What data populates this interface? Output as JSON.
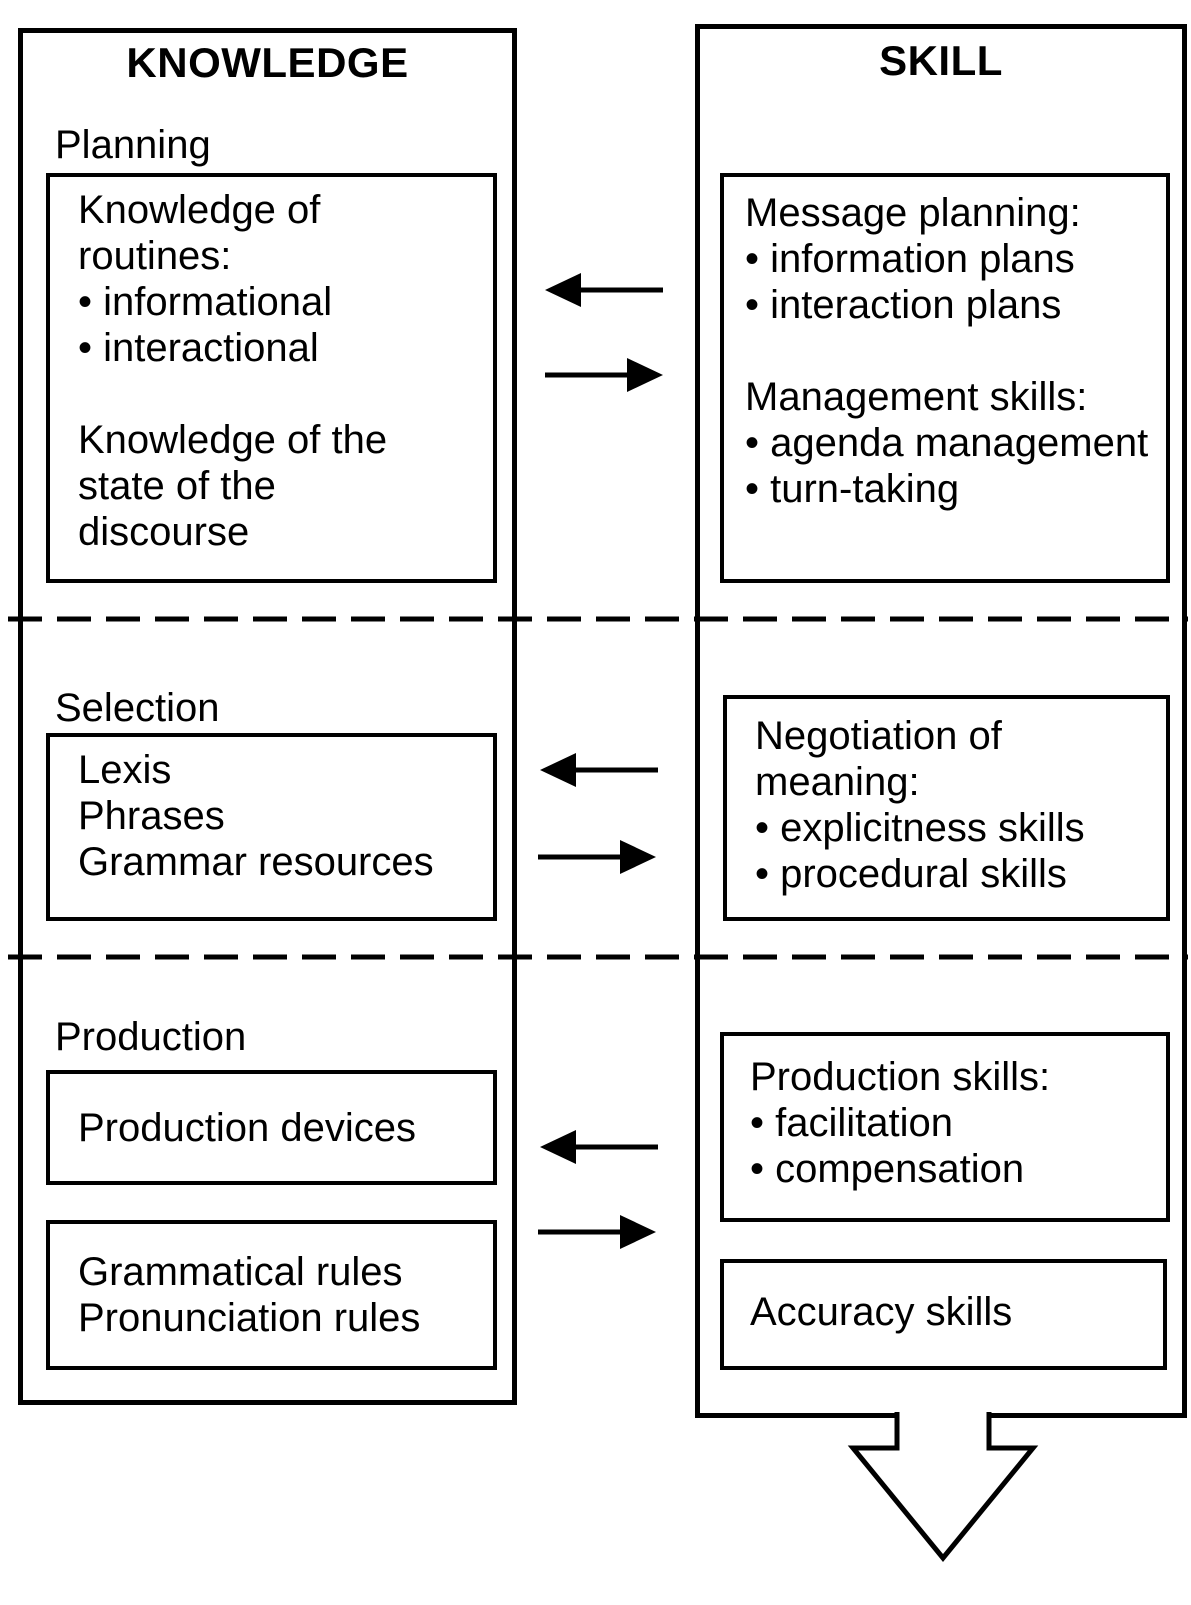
{
  "knowledge": {
    "title": "KNOWLEDGE",
    "sections": [
      {
        "label": "Planning",
        "box_lines": [
          [
            "Knowledge of",
            "routines:",
            "• informational",
            "• interactional",
            "",
            "Knowledge of the",
            "state of the",
            "discourse"
          ]
        ]
      },
      {
        "label": "Selection",
        "box_lines": [
          [
            "Lexis",
            "Phrases",
            "Grammar resources"
          ]
        ]
      },
      {
        "label": "Production",
        "box_lines": [
          [
            "Production devices"
          ],
          [
            "Grammatical rules",
            "Pronunciation rules"
          ]
        ]
      }
    ]
  },
  "skill": {
    "title": "SKILL",
    "boxes": [
      [
        "Message planning:",
        "• information plans",
        "• interaction plans",
        "",
        "Management skills:",
        "• agenda management",
        "• turn-taking"
      ],
      [
        "Negotiation of",
        "meaning:",
        "• explicitness skills",
        "• procedural skills"
      ],
      [
        "Production skills:",
        "• facilitation",
        "• compensation"
      ],
      [
        "Accuracy skills"
      ]
    ]
  },
  "icons": {
    "horizontal_arrows": [
      {
        "section": "planning",
        "directions": [
          "skill-to-knowledge",
          "knowledge-to-skill"
        ]
      },
      {
        "section": "selection",
        "directions": [
          "skill-to-knowledge",
          "knowledge-to-skill"
        ]
      },
      {
        "section": "production",
        "directions": [
          "skill-to-knowledge",
          "knowledge-to-skill"
        ]
      }
    ],
    "bottom_arrow": "down-arrow",
    "line_color": "#000000",
    "background_color": "#ffffff"
  }
}
